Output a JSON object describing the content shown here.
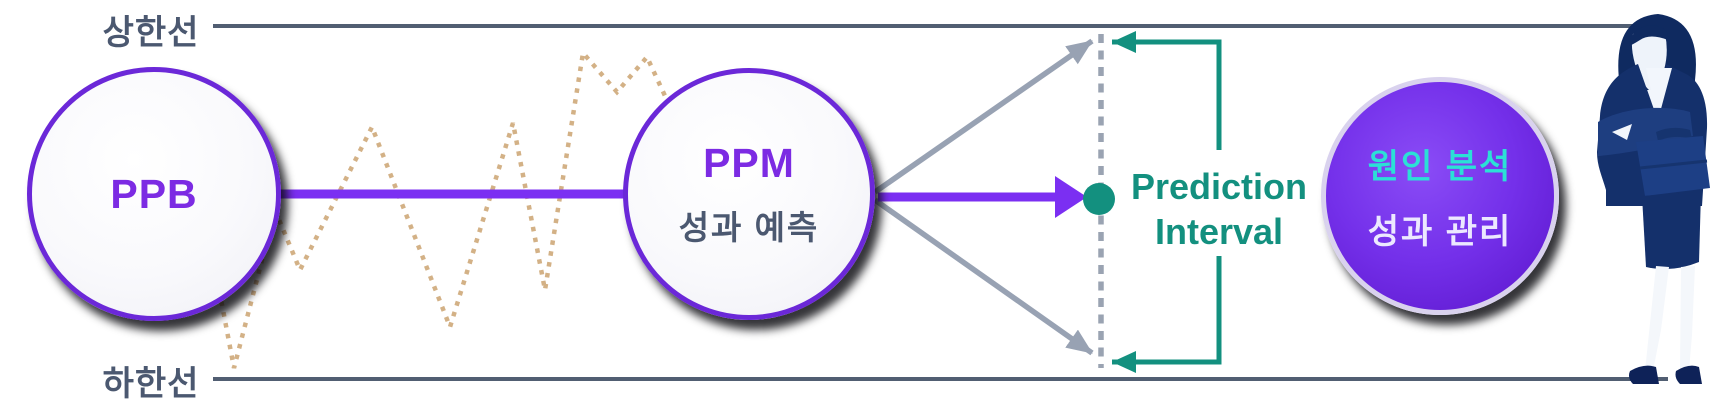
{
  "diagram": {
    "labels": {
      "upper_limit": "상한선",
      "lower_limit": "하한선"
    },
    "nodes": {
      "ppb": {
        "title": "PPB"
      },
      "ppm": {
        "title": "PPM",
        "subtitle": "성과 예측"
      },
      "analysis": {
        "title": "원인 분석",
        "subtitle": "성과 관리"
      }
    },
    "annotations": {
      "prediction_interval": {
        "line1": "Prediction",
        "line2": "Interval"
      }
    },
    "icons": {
      "zigzag": "zigzag-dotted-signal-line",
      "purple_flow_arrow": "purple-arrow-icon",
      "gray_spread_arrows": "gray-diagonal-arrow-icons",
      "interval_bracket": "teal-bracket-arrows-icon",
      "prediction_point": "teal-dot-icon",
      "person": "businesswoman-illustration"
    },
    "colors": {
      "slate_text": "#4b5870",
      "limit_line": "#515e72",
      "purple_accent": "#7b2ff2",
      "purple_border": "#6b28d8",
      "teal_accent": "#13907f",
      "tan_zigzag": "#d3b186",
      "gray_arrow": "#98a2b3",
      "circle_fill_purple": "#6a24dd",
      "cyan_text": "#2be0d6",
      "navy_figure": "#14306b"
    }
  }
}
